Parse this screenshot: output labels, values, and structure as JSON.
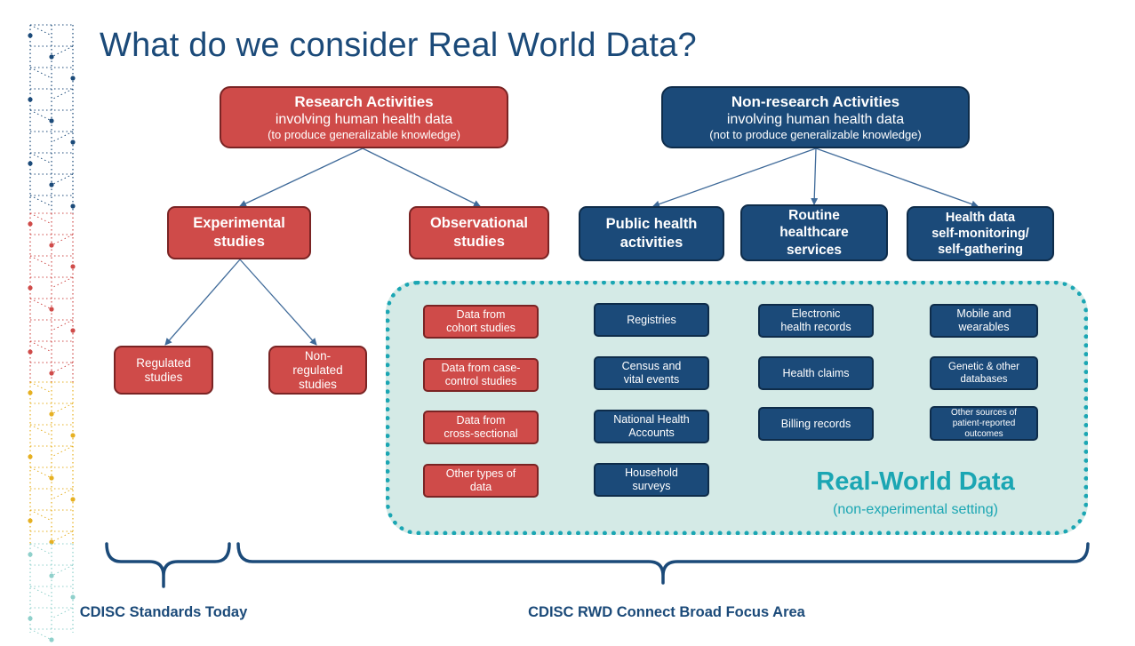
{
  "title": "What do we consider Real World Data?",
  "research": {
    "heading": "Research Activities",
    "line2": "involving human health data",
    "line3": "(to produce generalizable knowledge)"
  },
  "nonresearch": {
    "heading": "Non-research Activities",
    "line2": "involving human health data",
    "line3": "(not to produce generalizable knowledge)"
  },
  "study_types": {
    "experimental": [
      "Experimental",
      "studies"
    ],
    "observational": [
      "Observational",
      "studies"
    ]
  },
  "activities": {
    "public_health": [
      "Public health",
      "activities"
    ],
    "routine": [
      "Routine",
      "healthcare",
      "services"
    ],
    "self": [
      "Health data",
      "self-monitoring/",
      "self-gathering"
    ]
  },
  "experimental_children": {
    "regulated": [
      "Regulated",
      "studies"
    ],
    "non_regulated": [
      "Non-",
      "regulated",
      "studies"
    ]
  },
  "sources": {
    "observational": [
      [
        "Data from",
        "cohort studies"
      ],
      [
        "Data from case-",
        "control studies"
      ],
      [
        "Data from",
        "cross-sectional"
      ],
      [
        "Other types of",
        "data"
      ]
    ],
    "public_health": [
      [
        "Registries"
      ],
      [
        "Census and",
        "vital events"
      ],
      [
        "National Health",
        "Accounts"
      ],
      [
        "Household",
        "surveys"
      ]
    ],
    "routine": [
      [
        "Electronic",
        "health records"
      ],
      [
        "Health claims"
      ],
      [
        "Billing records"
      ]
    ],
    "self": [
      [
        "Mobile and",
        "wearables"
      ],
      [
        "Genetic & other",
        "databases"
      ],
      [
        "Other sources of",
        "patient-reported",
        "outcomes"
      ]
    ]
  },
  "rwd": {
    "title": "Real-World Data",
    "subtitle": "(non-experimental setting)"
  },
  "brackets": {
    "left_label": "CDISC Standards Today",
    "right_label": "CDISC RWD Connect Broad Focus Area"
  },
  "colors": {
    "research_red": "#cf4b49",
    "nonresearch_navy": "#1b4a79",
    "rwd_teal": "#1ba6b3",
    "rwd_fill": "#d4eae6",
    "pattern_blue": "#1b4a79",
    "pattern_red": "#cf4b49",
    "pattern_gold": "#e6b022",
    "pattern_teal": "#8fd0cb"
  }
}
